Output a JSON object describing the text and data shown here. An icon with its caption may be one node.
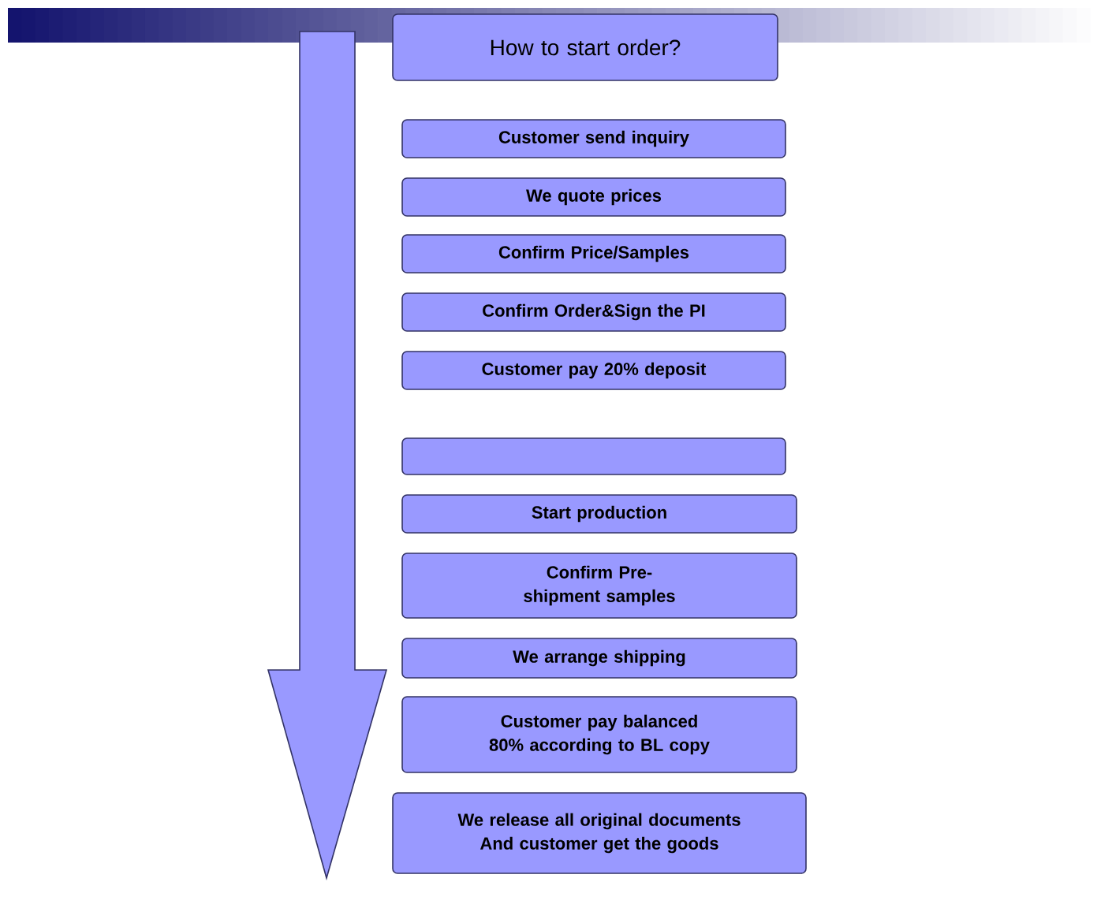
{
  "diagram": {
    "nodes": [
      {
        "text": [
          "How to start order?"
        ]
      },
      {
        "text": [
          "Customer send inquiry"
        ]
      },
      {
        "text": [
          "We quote prices"
        ]
      },
      {
        "text": [
          "Confirm Price/Samples"
        ]
      },
      {
        "text": [
          "Confirm Order&Sign the PI"
        ]
      },
      {
        "text": [
          "Customer pay 20% deposit"
        ]
      },
      {
        "text": [],
        "shape": "box"
      },
      {
        "text": [
          "Start production"
        ]
      },
      {
        "text": [
          "Confirm Pre-shipment samples"
        ]
      },
      {
        "text": [
          "We arrange shipping"
        ]
      },
      {
        "text": [
          "Customer pay balanced 80% according to BL copy"
        ]
      },
      {
        "text": [
          "We release all original documents And customer get the goods"
        ]
      }
    ],
    "edges": []
  }
}
